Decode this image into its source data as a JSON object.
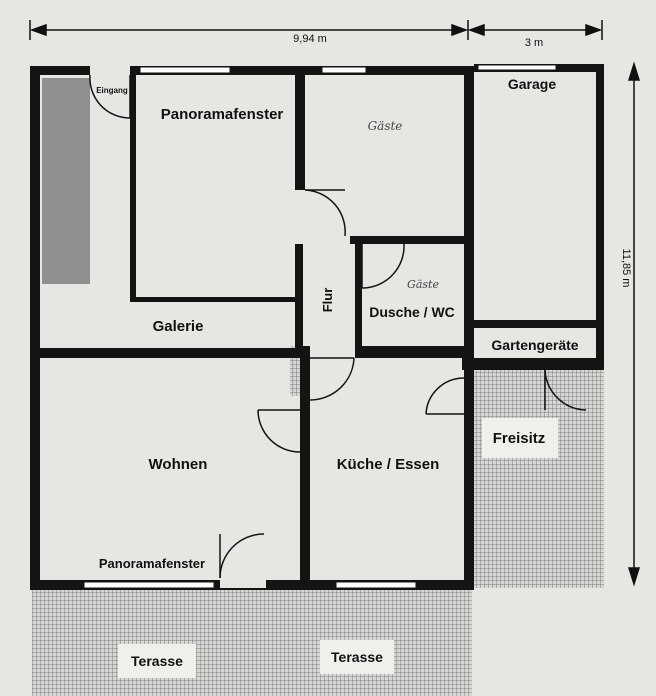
{
  "dimensions": {
    "width_main": "9,94 m",
    "width_garage": "3 m",
    "height": "11,85 m"
  },
  "rooms": {
    "eingang": "Eingang",
    "panoramafenster_top": "Panoramafenster",
    "gaeste_top": "Gäste",
    "garage": "Garage",
    "flur": "Flur",
    "gaeste_bath": "Gäste",
    "dusche_wc": "Dusche / WC",
    "galerie": "Galerie",
    "gartengeraete": "Gartengeräte",
    "freisitz": "Freisitz",
    "wohnen": "Wohnen",
    "kueche_essen": "Küche / Essen",
    "panoramafenster_bottom": "Panoramafenster",
    "terasse_left": "Terasse",
    "terasse_right": "Terasse"
  },
  "colors": {
    "background": "#e6e6e3",
    "wall": "#141414",
    "hatch": "#9a9a9a",
    "label_box": "#efefec"
  }
}
